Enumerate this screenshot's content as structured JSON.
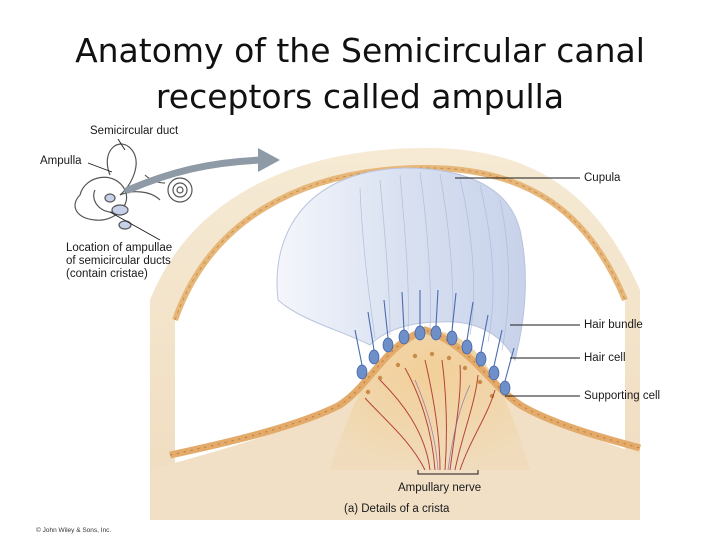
{
  "title": {
    "line1": "Anatomy of the Semicircular canal",
    "line2": "receptors called ampulla"
  },
  "labels": {
    "semicircular_duct": "Semicircular duct",
    "ampulla": "Ampulla",
    "location_line1": "Location of ampullae",
    "location_line2": "of semicircular ducts",
    "location_line3": "(contain cristae)",
    "cupula": "Cupula",
    "hair_bundle": "Hair bundle",
    "hair_cell": "Hair cell",
    "supporting_cell": "Supporting cell",
    "ampullary_nerve": "Ampullary nerve",
    "caption": "(a) Details of a crista",
    "copyright": "© John Wiley & Sons, Inc."
  },
  "colors": {
    "background": "#ffffff",
    "tissue": "#f3e3c8",
    "epithelium": "#e9b97a",
    "cupula": "#dfe5f3",
    "hair_cell": "#6f8fc9",
    "nerve": "#b0342c",
    "arrow": "#8e9aa5",
    "leader_line": "#1a1a1a"
  }
}
